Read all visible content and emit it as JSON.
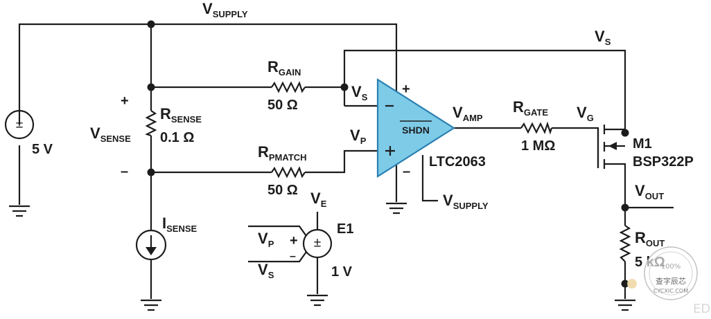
{
  "labels": {
    "vsupply_top": "V",
    "vsupply_top_sub": "SUPPLY",
    "vs_top": "V",
    "vs_top_sub": "S",
    "source_value": "5 V",
    "rsense_name": "R",
    "rsense_sub": "SENSE",
    "rsense_value": "0.1 Ω",
    "vsense": "V",
    "vsense_sub": "SENSE",
    "plus": "+",
    "minus": "–",
    "isense": "I",
    "isense_sub": "SENSE",
    "rgain_name": "R",
    "rgain_sub": "GAIN",
    "rgain_value": "50 Ω",
    "rpmatch_name": "R",
    "rpmatch_sub": "PMATCH",
    "rpmatch_value": "50 Ω",
    "vs_node": "V",
    "vs_node_sub": "S",
    "vp_node": "V",
    "vp_node_sub": "P",
    "shdn": "SHDN",
    "opamp_part": "LTC2063",
    "vamp": "V",
    "vamp_sub": "AMP",
    "vsupply_bottom": "V",
    "vsupply_bottom_sub": "SUPPLY",
    "rgate_name": "R",
    "rgate_sub": "GATE",
    "rgate_value": "1 MΩ",
    "vg": "V",
    "vg_sub": "G",
    "m1_name": "M1",
    "m1_part": "BSP322P",
    "vout": "V",
    "vout_sub": "OUT",
    "rout_name": "R",
    "rout_sub": "OUT",
    "rout_value": "5 kΩ",
    "ve": "V",
    "ve_sub": "E",
    "e1_name": "E1",
    "e1_value": "1 V",
    "e1_vp": "V",
    "e1_vp_sub": "P",
    "e1_vs": "V",
    "e1_vs_sub": "S",
    "watermark_percent": "100%",
    "watermark_cn": "查字辰芯",
    "watermark_url": "CYCXIC.COM",
    "watermark_edn": "EDN"
  },
  "colors": {
    "wire": "#1c1c1c",
    "opamp_fill": "#7ecbe8",
    "opamp_stroke": "#2a7fb0",
    "watermark": "#b9b9b9",
    "watermark_dot": "#f0d9a8"
  }
}
